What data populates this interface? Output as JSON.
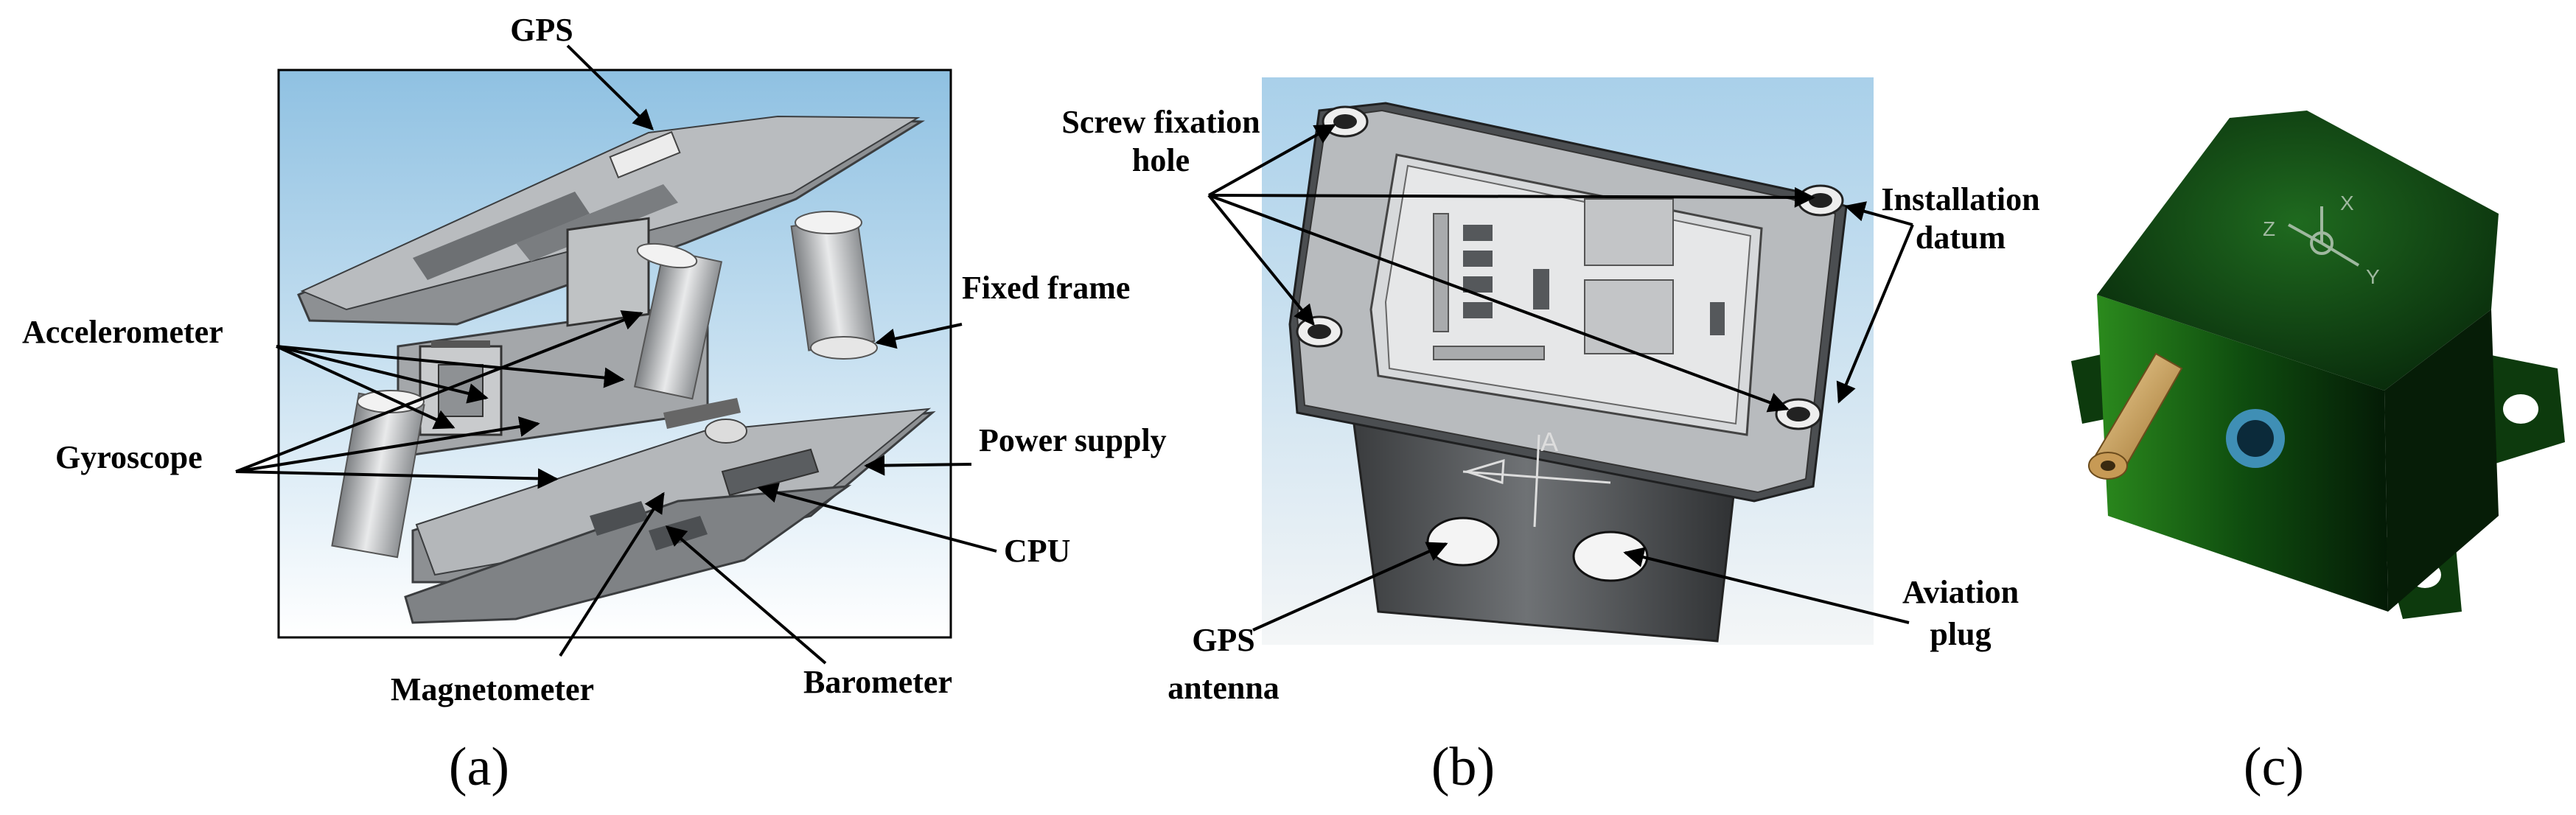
{
  "panels": [
    {
      "id": "a",
      "caption": "(a)",
      "labels": {
        "gps": "GPS",
        "accelerometer": "Accelerometer",
        "gyroscope": "Gyroscope",
        "fixed_frame": "Fixed frame",
        "power_supply": "Power supply",
        "cpu": "CPU",
        "magnetometer": "Magnetometer",
        "barometer": "Barometer"
      }
    },
    {
      "id": "b",
      "caption": "(b)",
      "labels": {
        "screw_line1": "Screw fixation",
        "screw_line2": "hole",
        "install_line1": "Installation",
        "install_line2": "datum",
        "gps_ant_line1": "GPS",
        "gps_ant_line2": "antenna",
        "aviation_line1": "Aviation",
        "aviation_line2": "plug",
        "axis_mark": "A"
      }
    },
    {
      "id": "c",
      "caption": "(c)",
      "labels": {
        "axis_x": "X",
        "axis_y": "Y",
        "axis_z": "Z"
      }
    }
  ],
  "colors": {
    "cad_background_top": "#8fc1e2",
    "cad_background_bottom": "#ffffff",
    "part_grey": "#8a8d90",
    "device_green": "#0b3a0b"
  }
}
